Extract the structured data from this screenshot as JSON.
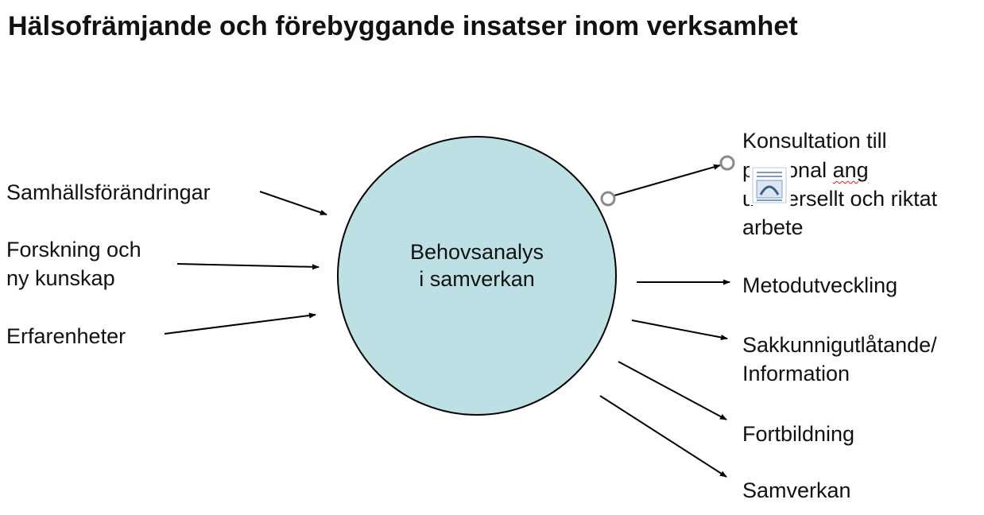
{
  "title": "Hälsofrämjande och förebyggande insatser inom verksamhet",
  "center": {
    "line1": "Behovsanalys",
    "line2": "i samverkan",
    "fill": "#bde0e4"
  },
  "inputs": {
    "samhall": "Samhällsförändringar",
    "forskning_line1": "Forskning och",
    "forskning_line2": "ny kunskap",
    "erfarenheter": "Erfarenheter"
  },
  "outputs": {
    "konsultation_line1": "Konsultation till",
    "konsultation_line2_a": "p",
    "konsultation_line2_b": "onal ",
    "konsultation_line2_c": "ang",
    "konsultation_line3_a": "u",
    "konsultation_line3_b": "ersellt och riktat",
    "konsultation_line4": "arbete",
    "metod": "Metodutveckling",
    "sakkunnig_line1": "Sakkunnigutlåtande/",
    "sakkunnig_line2": "Information",
    "fortbildning": "Fortbildning",
    "samverkan": "Samverkan"
  },
  "icons": {
    "placeholder": "picture-placeholder-icon",
    "handle": "selection-handle-icon"
  },
  "colors": {
    "stroke": "#000000",
    "handle": "#808080",
    "spell": "#e02020"
  }
}
